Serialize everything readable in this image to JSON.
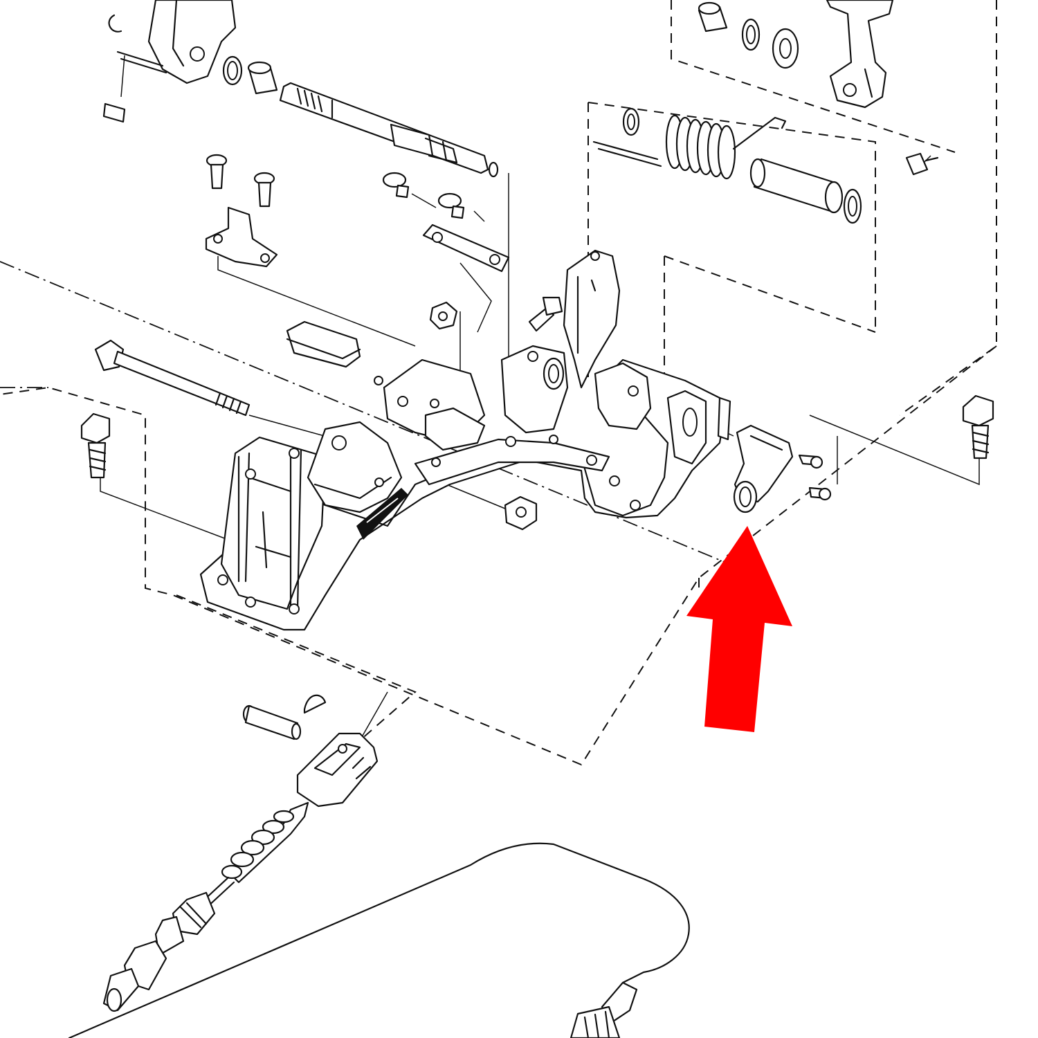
{
  "diagram": {
    "type": "exploded-parts-diagram",
    "colors": {
      "line": "#111111",
      "background": "#ffffff",
      "highlight_arrow": "#ff0000"
    },
    "highlight": {
      "icon": "up-arrow",
      "points_to": "cable-end-clevis"
    }
  }
}
